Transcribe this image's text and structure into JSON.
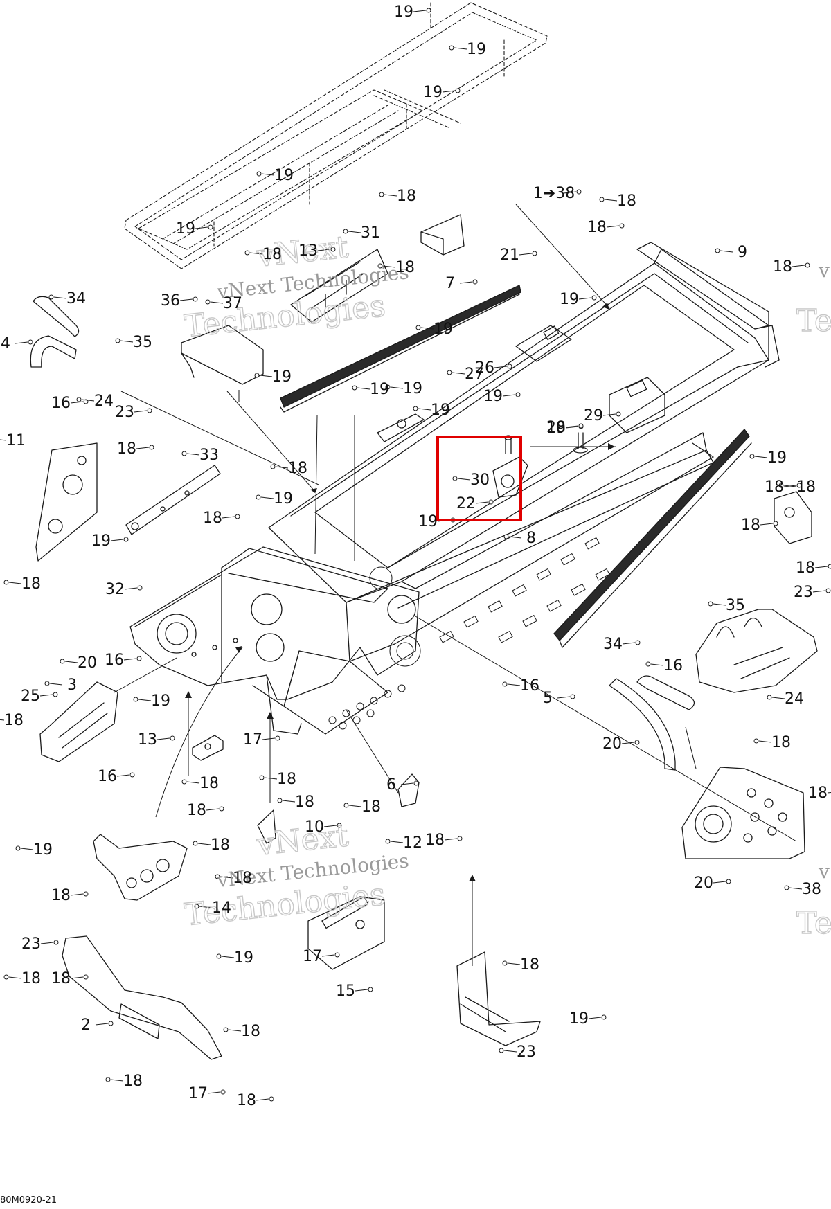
{
  "diagram": {
    "footer_code": "80M0920-21",
    "watermarks": [
      {
        "solid": "vNext Technologies",
        "outline_a": "vNext",
        "outline_b": "Technologies"
      },
      {
        "solid": "vNext Technologies",
        "outline_a": "vNext",
        "outline_b": "Technologies"
      }
    ],
    "edge_watermarks": [
      "v",
      "Te",
      "v",
      "Te"
    ],
    "callouts": [
      "19",
      "19",
      "19",
      "19",
      "19",
      "18",
      "1➔38",
      "18",
      "18",
      "9",
      "18",
      "18",
      "7",
      "31",
      "13",
      "18",
      "21",
      "34",
      "36",
      "37",
      "4",
      "35",
      "16",
      "24",
      "23",
      "19",
      "19",
      "19",
      "26",
      "19",
      "19",
      "27",
      "29",
      "19",
      "19",
      "19",
      "28",
      "30",
      "22",
      "19",
      "18",
      "11",
      "18",
      "33",
      "19",
      "18",
      "18",
      "19",
      "19",
      "8",
      "18",
      "18",
      "18",
      "18",
      "32",
      "35",
      "23",
      "24",
      "34",
      "16",
      "5",
      "16",
      "20",
      "20",
      "16",
      "3",
      "25",
      "18",
      "13",
      "19",
      "17",
      "18",
      "16",
      "18",
      "6",
      "18",
      "18",
      "12",
      "18",
      "18",
      "20",
      "38",
      "18",
      "18",
      "10",
      "19",
      "18",
      "18",
      "17",
      "18",
      "18",
      "14",
      "23",
      "18",
      "2",
      "18",
      "17",
      "18",
      "18",
      "19",
      "15",
      "18",
      "19",
      "23"
    ],
    "highlight_color": "#e00000"
  }
}
